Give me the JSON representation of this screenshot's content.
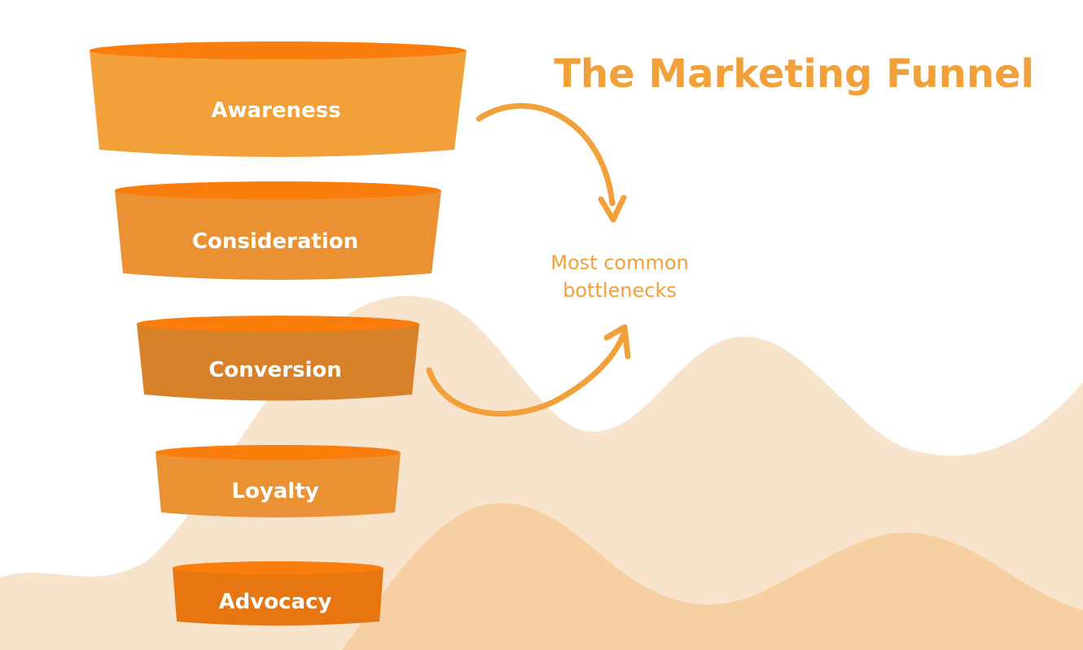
{
  "title": "The Marketing Funnel",
  "note": {
    "line1": "Most common",
    "line2": "bottlenecks"
  },
  "stages": [
    {
      "label": "Awareness",
      "color": "#F2A03A",
      "rim": "#FB7D0C"
    },
    {
      "label": "Consideration",
      "color": "#EA9233",
      "rim": "#FB7D0C"
    },
    {
      "label": "Conversion",
      "color": "#D78128",
      "rim": "#FB7D0C"
    },
    {
      "label": "Loyalty",
      "color": "#EA9233",
      "rim": "#FB7D0C"
    },
    {
      "label": "Advocacy",
      "color": "#E77510",
      "rim": "#FB7D0C"
    }
  ],
  "colors": {
    "accent": "#F2A03A",
    "background": "#FFFFFF",
    "wave_light": "#F8E3CD",
    "wave_dark": "#F6D0A3"
  }
}
